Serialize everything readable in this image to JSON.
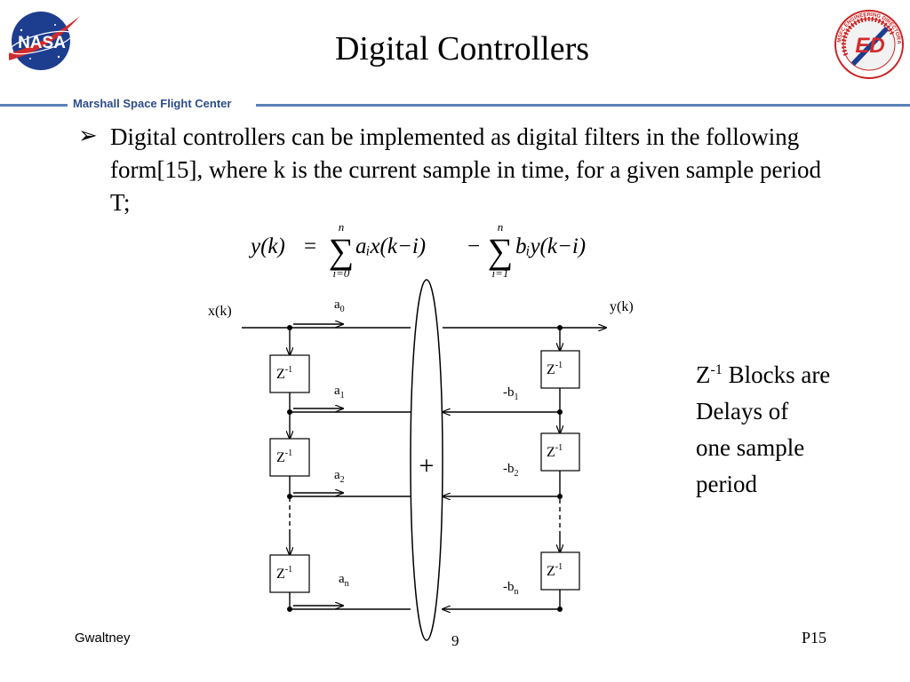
{
  "slide": {
    "title": "Digital Controllers",
    "center_name": "Marshall Space Flight Center",
    "nasa_logo_text": "NASA",
    "seal_text": "MSFC ENGINEERING DIRECTORATE",
    "seal_monogram": "ED"
  },
  "bullet": {
    "marker": "➢",
    "text": "Digital controllers can be implemented as digital filters in the following form[15], where k is the current sample in time, for a given sample period T;"
  },
  "equation": {
    "lhs": "y(k)",
    "equals": "=",
    "sum1_lower": "i=0",
    "sum1_upper": "n",
    "term1": "aᵢx(k−i)",
    "minus": "−",
    "sum2_lower": "i=1",
    "sum2_upper": "n",
    "term2": "bᵢy(k−i)",
    "sigma": "∑"
  },
  "diagram": {
    "input_label": "x(k)",
    "output_label": "y(k)",
    "sum_symbol": "+",
    "delay_block_main": "Z",
    "delay_block_exp": "-1",
    "left_gains": [
      {
        "base": "a",
        "sub": "0"
      },
      {
        "base": "a",
        "sub": "1"
      },
      {
        "base": "a",
        "sub": "2"
      },
      {
        "base": "a",
        "sub": "n"
      }
    ],
    "right_gains": [
      {
        "base": "-b",
        "sub": "1"
      },
      {
        "base": "-b",
        "sub": "2"
      },
      {
        "base": "-b",
        "sub": "n"
      }
    ]
  },
  "note": {
    "z": "Z",
    "exp": "-1",
    "line1_rest": " Blocks are",
    "line2": "Delays of",
    "line3": "one sample",
    "line4": "period"
  },
  "footer": {
    "left": "Gwaltney",
    "center": "9",
    "right": "P15"
  }
}
